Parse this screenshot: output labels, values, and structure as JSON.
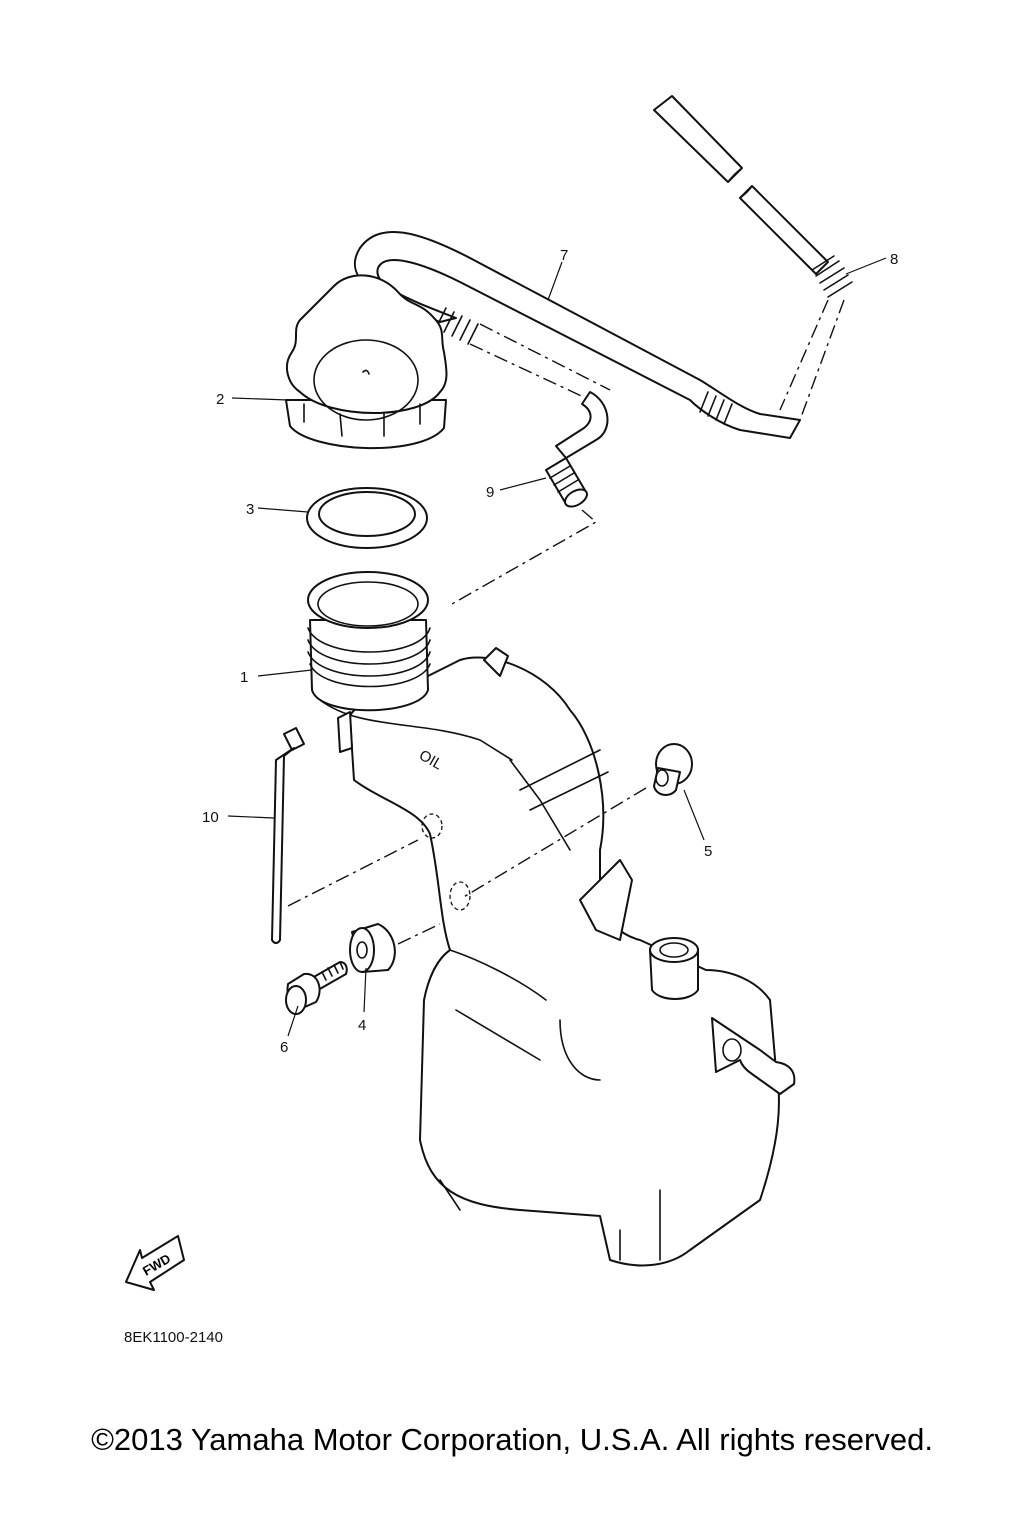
{
  "diagram": {
    "callouts": [
      "1",
      "2",
      "3",
      "4",
      "5",
      "6",
      "7",
      "8",
      "9",
      "10"
    ],
    "embossed_text": "OIL",
    "direction_marker": "FWD",
    "figure_code": "8EK1100-2140",
    "copyright": "©2013 Yamaha Motor Corporation, U.S.A. All rights reserved."
  },
  "icons": [
    "fwd-arrow-icon"
  ]
}
